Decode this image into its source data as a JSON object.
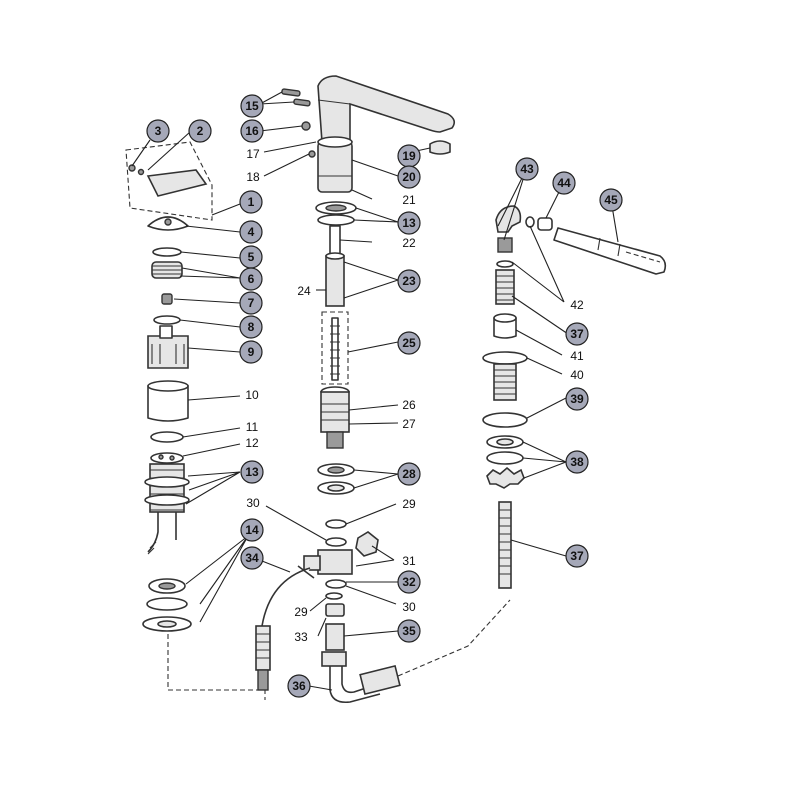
{
  "diagram": {
    "callouts": [
      {
        "id": "1",
        "style": "circle"
      },
      {
        "id": "2",
        "style": "circle"
      },
      {
        "id": "3",
        "style": "circle"
      },
      {
        "id": "4",
        "style": "circle"
      },
      {
        "id": "5",
        "style": "circle"
      },
      {
        "id": "6",
        "style": "circle"
      },
      {
        "id": "7",
        "style": "circle"
      },
      {
        "id": "8",
        "style": "circle"
      },
      {
        "id": "9",
        "style": "circle"
      },
      {
        "id": "10",
        "style": "plain"
      },
      {
        "id": "11",
        "style": "plain"
      },
      {
        "id": "12",
        "style": "plain"
      },
      {
        "id": "13",
        "style": "circle"
      },
      {
        "id": "13",
        "style": "circle"
      },
      {
        "id": "14",
        "style": "circle"
      },
      {
        "id": "15",
        "style": "circle"
      },
      {
        "id": "16",
        "style": "circle"
      },
      {
        "id": "17",
        "style": "plain"
      },
      {
        "id": "18",
        "style": "plain"
      },
      {
        "id": "19",
        "style": "circle"
      },
      {
        "id": "20",
        "style": "circle"
      },
      {
        "id": "21",
        "style": "plain"
      },
      {
        "id": "22",
        "style": "plain"
      },
      {
        "id": "23",
        "style": "circle"
      },
      {
        "id": "24",
        "style": "plain"
      },
      {
        "id": "25",
        "style": "circle"
      },
      {
        "id": "26",
        "style": "plain"
      },
      {
        "id": "27",
        "style": "plain"
      },
      {
        "id": "28",
        "style": "circle"
      },
      {
        "id": "29",
        "style": "plain"
      },
      {
        "id": "29",
        "style": "plain"
      },
      {
        "id": "30",
        "style": "plain"
      },
      {
        "id": "30",
        "style": "plain"
      },
      {
        "id": "31",
        "style": "plain"
      },
      {
        "id": "32",
        "style": "circle"
      },
      {
        "id": "33",
        "style": "plain"
      },
      {
        "id": "34",
        "style": "circle"
      },
      {
        "id": "35",
        "style": "circle"
      },
      {
        "id": "36",
        "style": "circle"
      },
      {
        "id": "37",
        "style": "circle"
      },
      {
        "id": "37",
        "style": "circle"
      },
      {
        "id": "38",
        "style": "circle"
      },
      {
        "id": "39",
        "style": "circle"
      },
      {
        "id": "40",
        "style": "plain"
      },
      {
        "id": "41",
        "style": "plain"
      },
      {
        "id": "42",
        "style": "plain"
      },
      {
        "id": "43",
        "style": "circle"
      },
      {
        "id": "44",
        "style": "circle"
      },
      {
        "id": "45",
        "style": "circle"
      }
    ],
    "colors": {
      "bubble_fill": "#a5a8b8",
      "line": "#333333",
      "background": "#ffffff"
    }
  }
}
